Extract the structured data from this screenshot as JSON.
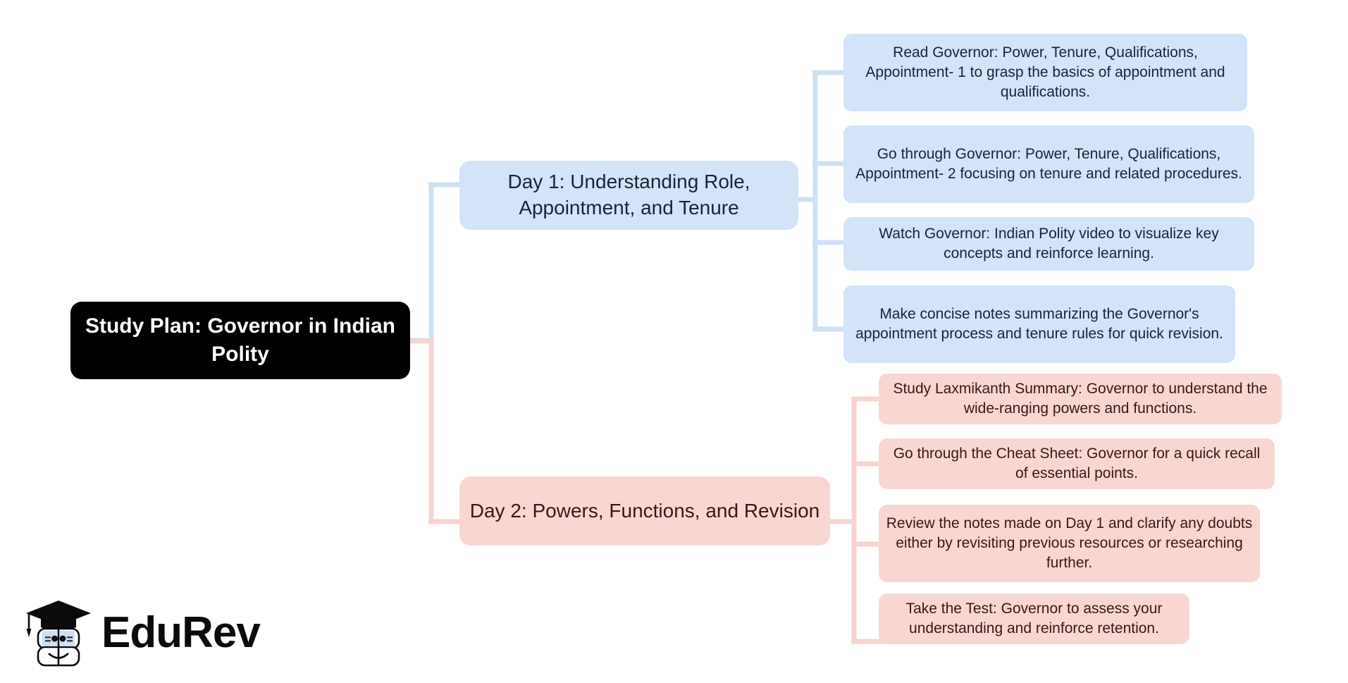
{
  "brand": {
    "name": "EduRev",
    "logo_icon": "graduation-cap-mascot-icon"
  },
  "mindmap": {
    "type": "mindmap",
    "orientation": "left-to-right",
    "root": {
      "id": "root",
      "label": "Study Plan: Governor in Indian Polity",
      "fill": "#000000",
      "text_color": "#ffffff"
    },
    "branches": [
      {
        "id": "day-1",
        "label": "Day 1: Understanding Role, Appointment, and Tenure",
        "fill": "#d3e3f8",
        "text_color": "#16233b",
        "connector_color": "#cfe0f5",
        "children": [
          {
            "id": "day-1-task-1",
            "label": "Read Governor: Power, Tenure, Qualifications, Appointment- 1 to grasp the basics of appointment and qualifications."
          },
          {
            "id": "day-1-task-2",
            "label": "Go through Governor: Power, Tenure, Qualifications, Appointment- 2 focusing on tenure and related procedures."
          },
          {
            "id": "day-1-task-3",
            "label": "Watch Governor: Indian Polity video to visualize key concepts and reinforce learning."
          },
          {
            "id": "day-1-task-4",
            "label": "Make concise notes summarizing the Governor's appointment process and tenure rules for quick revision."
          }
        ]
      },
      {
        "id": "day-2",
        "label": "Day 2: Powers, Functions, and Revision",
        "fill": "#f8d7d2",
        "text_color": "#3b1614",
        "connector_color": "#f6d5d0",
        "children": [
          {
            "id": "day-2-task-1",
            "label": "Study Laxmikanth Summary: Governor to understand the wide-ranging powers and functions."
          },
          {
            "id": "day-2-task-2",
            "label": "Go through the Cheat Sheet: Governor for a quick recall of essential points."
          },
          {
            "id": "day-2-task-3",
            "label": "Review the notes made on Day 1 and clarify any doubts either by revisiting previous resources or researching further."
          },
          {
            "id": "day-2-task-4",
            "label": "Take the Test: Governor to assess your understanding and reinforce retention."
          }
        ]
      }
    ]
  }
}
